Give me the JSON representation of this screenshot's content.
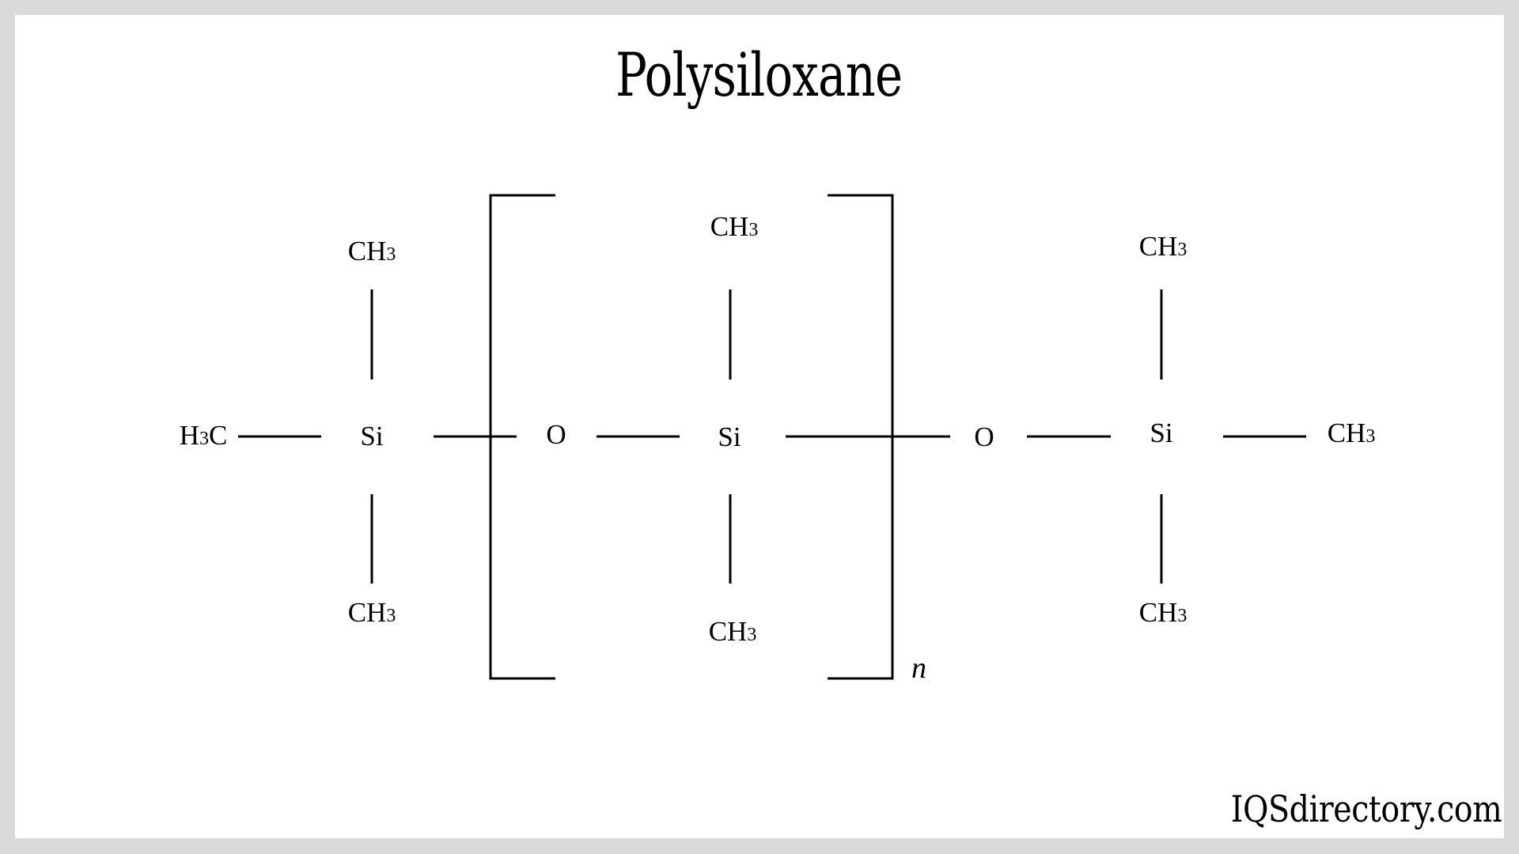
{
  "title": "Polysiloxane",
  "logo": "IQSdirectory.com",
  "colors": {
    "frame": "#d9d9d9",
    "background": "#ffffff",
    "ink": "#000000"
  },
  "structure": {
    "repeat_label": "n",
    "left_end": {
      "terminal": {
        "main": "H",
        "sub": "3",
        "tail": "C"
      },
      "si": "Si",
      "top": {
        "main": "CH",
        "sub": "3"
      },
      "bottom": {
        "main": "CH",
        "sub": "3"
      }
    },
    "repeat_unit": {
      "oxygen": "O",
      "si": "Si",
      "top": {
        "main": "CH",
        "sub": "3"
      },
      "bottom": {
        "main": "CH",
        "sub": "3"
      }
    },
    "right_end": {
      "oxygen": "O",
      "si": "Si",
      "top": {
        "main": "CH",
        "sub": "3"
      },
      "bottom": {
        "main": "CH",
        "sub": "3"
      },
      "terminal": {
        "main": "CH",
        "sub": "3"
      }
    }
  }
}
